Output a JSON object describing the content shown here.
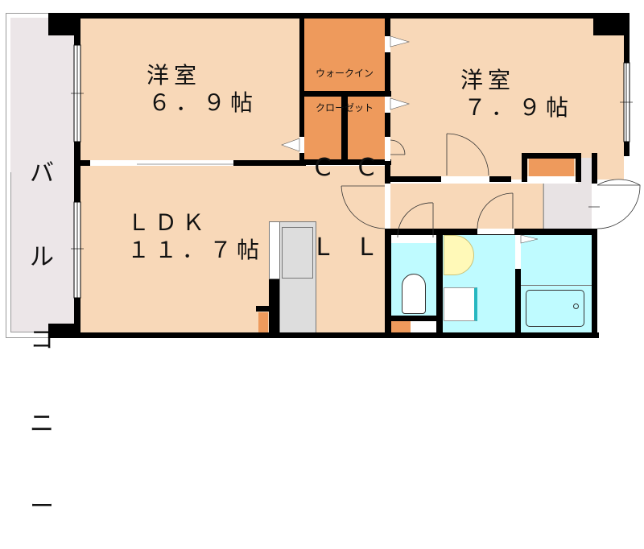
{
  "floorplan": {
    "colors": {
      "room_fill": "#F8D8B8",
      "storage_fill": "#EE9A5C",
      "wet_fill": "#BFFBFF",
      "balcony_fill": "#ECE6E8",
      "entrance_fill": "#E8E3E4",
      "wall": "#000000",
      "sink_fill": "#FFF9B8",
      "fridge_fill": "#DDDDDD"
    },
    "balcony": {
      "label": "バルコニー",
      "chars": [
        "バ",
        "ル",
        "コ",
        "ニ",
        "ー"
      ]
    },
    "rooms": {
      "western_1": {
        "name": "洋室",
        "size": "６．９帖"
      },
      "western_2": {
        "name": "洋室",
        "size": "７．９帖"
      },
      "ldk": {
        "name": "ＬＤＫ",
        "size": "１１．７帖"
      },
      "walk_in_closet": {
        "line1": "ウォークイン",
        "line2": "クローゼット"
      },
      "closet_1": {
        "line1": "C",
        "line2": "L"
      },
      "closet_2": {
        "line1": "C",
        "line2": "L"
      }
    },
    "fixtures": [
      "refrigerator-space",
      "toilet",
      "washbasin",
      "washing-machine-space",
      "bathtub",
      "shoe-cabinet",
      "entrance-door"
    ]
  }
}
